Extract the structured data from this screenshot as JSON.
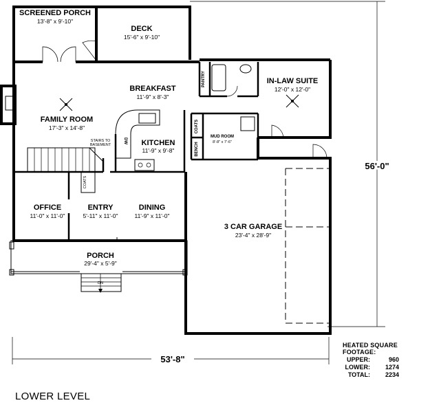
{
  "rooms": {
    "screened_porch": {
      "name": "SCREENED PORCH",
      "dims": "13'-8\" x 9'-10\""
    },
    "deck": {
      "name": "DECK",
      "dims": "15'-6\" x 9'-10\""
    },
    "breakfast": {
      "name": "BREAKFAST",
      "dims": "11'-9\" x 8'-3\""
    },
    "in_law_suite": {
      "name": "IN-LAW SUITE",
      "dims": "12'-0\" x 12'-0\""
    },
    "family_room": {
      "name": "FAMILY ROOM",
      "dims": "17'-3\" x 14'-8\""
    },
    "kitchen": {
      "name": "KITCHEN",
      "dims": "11'-9\" x 9'-8\""
    },
    "mud_room": {
      "name": "MUD ROOM",
      "dims": "8'-8\" x 7'-6\""
    },
    "office": {
      "name": "OFFICE",
      "dims": "11'-0\" x 11'-0\""
    },
    "entry": {
      "name": "ENTRY",
      "dims": "5'-11\" x 11'-0\""
    },
    "dining": {
      "name": "DINING",
      "dims": "11'-9\" x 11'-0\""
    },
    "garage": {
      "name": "3 CAR GARAGE",
      "dims": "23'-4\" x 28'-9\""
    },
    "porch": {
      "name": "PORCH",
      "dims": "29'-4\" x 5'-9\""
    }
  },
  "labels": {
    "pantry": "PANTRY",
    "coats": "COATS",
    "coats_entry": "COATS",
    "bench": "BENCH",
    "stairs_line1": "STAIRS TO",
    "stairs_line2": "BASEMENT",
    "dw": "DW",
    "dn": "DN"
  },
  "overall_dims": {
    "depth": "56'-0\"",
    "width": "53'-8\""
  },
  "heated_footage": {
    "title": "HEATED SQUARE FOOTAGE:",
    "rows": [
      {
        "label": "UPPER:",
        "value": "960"
      },
      {
        "label": "LOWER:",
        "value": "1274"
      },
      {
        "label": "TOTAL:",
        "value": "2234"
      }
    ]
  },
  "level_title": "LOWER LEVEL"
}
